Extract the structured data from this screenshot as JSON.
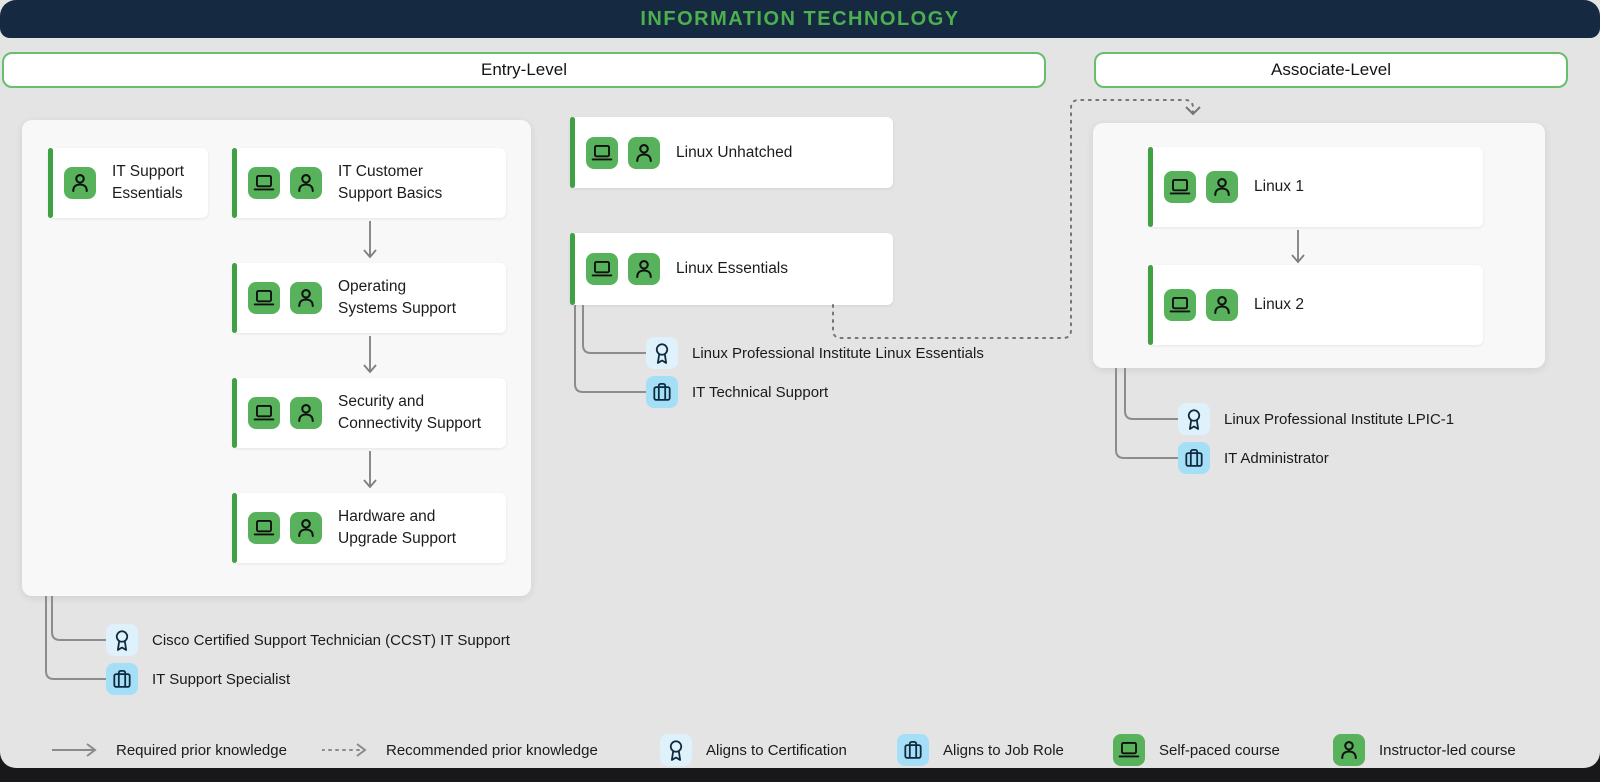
{
  "header": {
    "title": "INFORMATION TECHNOLOGY"
  },
  "levels": {
    "entry": "Entry-Level",
    "associate": "Associate-Level"
  },
  "entry": {
    "courses": {
      "essentials": "IT Support\nEssentials",
      "customer_basics": "IT Customer\nSupport Basics",
      "os_support": "Operating\nSystems Support",
      "security": "Security and\nConnectivity Support",
      "hardware": "Hardware and\nUpgrade Support"
    },
    "certification": "Cisco Certified Support Technician (CCST) IT Support",
    "job_role": "IT Support Specialist"
  },
  "linux_intro": {
    "courses": {
      "unhatched": "Linux Unhatched",
      "essentials": "Linux Essentials"
    },
    "certification": "Linux Professional Institute Linux Essentials",
    "job_role": "IT Technical Support"
  },
  "associate": {
    "courses": {
      "linux1": "Linux 1",
      "linux2": "Linux 2"
    },
    "certification": "Linux Professional Institute LPIC-1",
    "job_role": "IT Administrator"
  },
  "legend": {
    "required": "Required prior knowledge",
    "recommended": "Recommended prior knowledge",
    "certification": "Aligns to Certification",
    "job_role": "Aligns to Job Role",
    "self_paced": "Self-paced course",
    "instructor_led": "Instructor-led course"
  },
  "colors": {
    "header_bg": "#152A40",
    "header_text": "#4CAF50",
    "course_icon_green": "#57B25B",
    "course_bar_green": "#3FA044",
    "pill_border_green": "#69BE6D",
    "certification_blue": "#DFF2FB",
    "job_role_blue": "#A5DFF7",
    "canvas_gray": "#E4E4E4",
    "panel_gray": "#F8F8F8"
  }
}
